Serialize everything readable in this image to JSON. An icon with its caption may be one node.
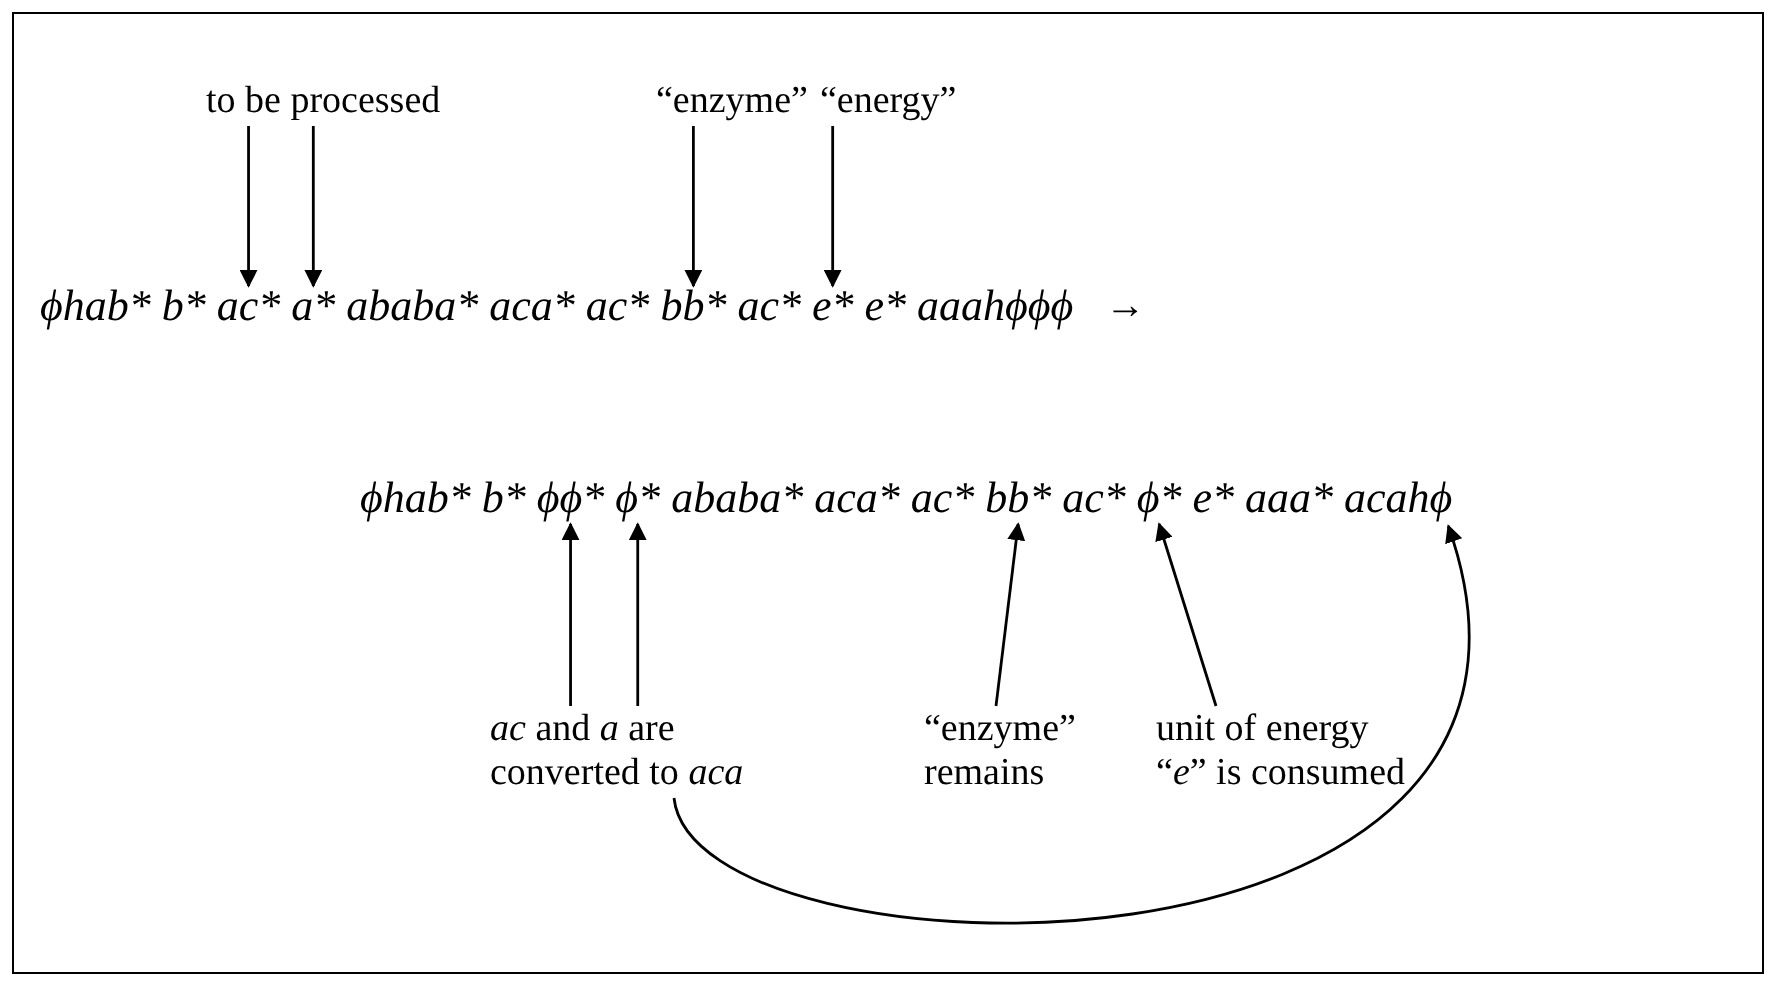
{
  "diagram": {
    "nodes": [
      {
        "text": [
          "to be processed"
        ]
      },
      {
        "text": [
          "“enzyme”"
        ]
      },
      {
        "text": [
          "“energy”"
        ]
      },
      {
        "text": [
          "ϕhab* b* ac* a* ababa* aca* ac* bb* ac* e* e* aaahϕϕϕ"
        ]
      },
      {
        "text": [
          "ϕhab* b* ϕϕ* ϕ* ababa* aca* ac* bb* ac* ϕ* e* aaa* acahϕ"
        ]
      },
      {
        "text": [
          "*ac* and *a* are converted to *aca*"
        ]
      },
      {
        "text": [
          "“enzyme” remains"
        ]
      },
      {
        "text": [
          "unit of energy “*e*” is consumed"
        ]
      }
    ],
    "edges": [
      {
        "from": 0,
        "to": 3,
        "arrow": "to"
      },
      {
        "from": 0,
        "to": 3,
        "arrow": "to"
      },
      {
        "from": 1,
        "to": 3,
        "arrow": "to"
      },
      {
        "from": 2,
        "to": 3,
        "arrow": "to"
      },
      {
        "from": 5,
        "to": 4,
        "arrow": "to"
      },
      {
        "from": 5,
        "to": 4,
        "arrow": "to"
      },
      {
        "from": 6,
        "to": 4,
        "arrow": "to"
      },
      {
        "from": 7,
        "to": 4,
        "arrow": "to"
      },
      {
        "from": 5,
        "to": 4,
        "arrow": "to"
      }
    ],
    "labels": [
      "→"
    ]
  }
}
